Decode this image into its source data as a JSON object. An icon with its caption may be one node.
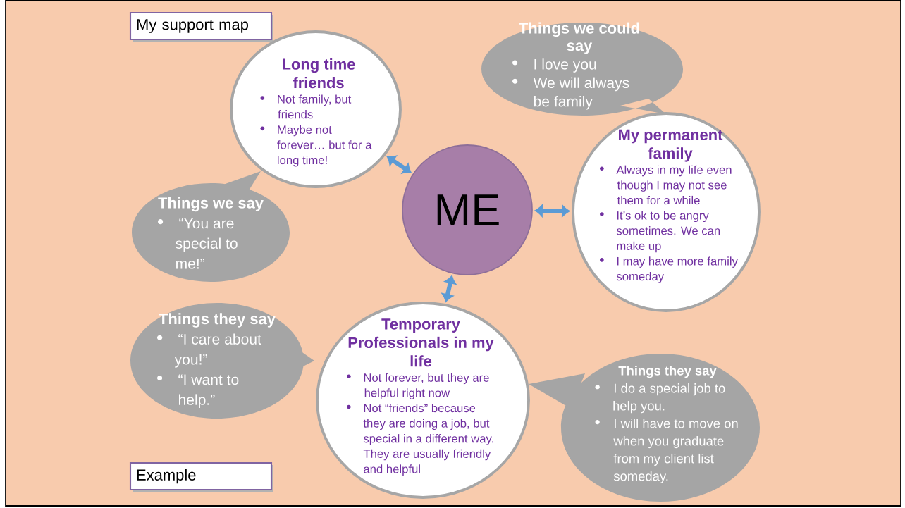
{
  "diagram": {
    "nodes": [
      {
        "text": [
          "My support map"
        ]
      },
      {
        "text": [
          "Long time friends",
          "Not family, but friends",
          "Maybe not forever… but for a long time!"
        ]
      },
      {
        "text": [
          "Things we could say",
          "I love you",
          "We will always be family"
        ]
      },
      {
        "text": [
          "ME"
        ]
      },
      {
        "text": [
          "My permanent family",
          "Always in my life even though I may not see them for a while",
          "It’s ok to be angry sometimes. We can make up",
          "I may have more family someday"
        ]
      },
      {
        "text": [
          "Things we say",
          "“You are special to me!”"
        ]
      },
      {
        "text": [
          "Things they say",
          "“I care about you!”",
          "“I want to help.”"
        ]
      },
      {
        "text": [
          "Temporary Professionals in my life",
          "Not forever, but they are helpful right now",
          "Not “friends” because they are doing a job, but special in a different way. They are usually friendly and helpful"
        ]
      },
      {
        "text": [
          "Things they say",
          "I do a special job to help you.",
          "I will have to move on when you graduate from my client list someday."
        ]
      },
      {
        "text": [
          "Example"
        ]
      }
    ],
    "edges": [
      {
        "from": 1,
        "to": 3,
        "arrow": "both"
      },
      {
        "from": 3,
        "to": 4,
        "arrow": "both"
      },
      {
        "from": 3,
        "to": 7,
        "arrow": "both"
      }
    ]
  }
}
